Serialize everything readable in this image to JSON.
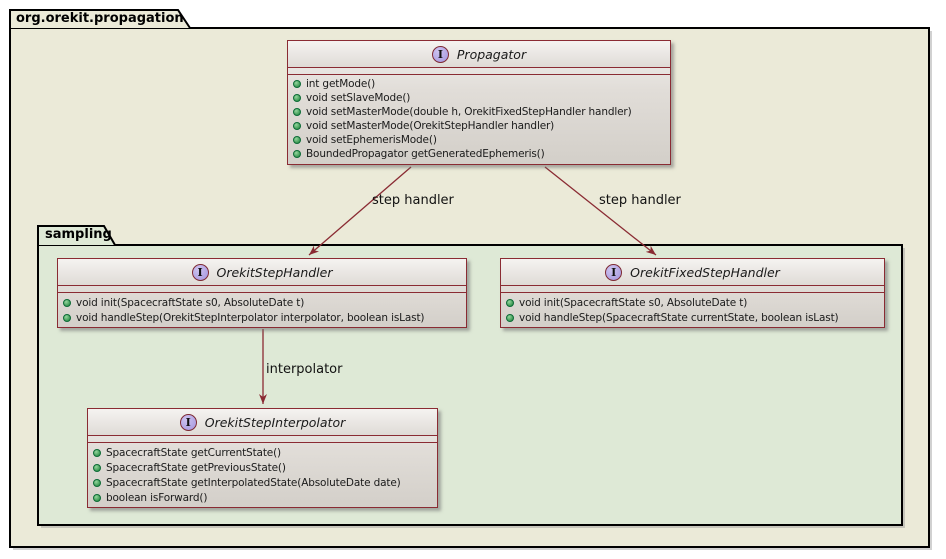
{
  "packages": {
    "outer": {
      "name": "org.orekit.propagation"
    },
    "inner": {
      "name": "sampling"
    }
  },
  "classes": [
    {
      "name": "Propagator",
      "stereotype": "I",
      "methods": [
        "int getMode()",
        "void setSlaveMode()",
        "void setMasterMode(double h, OrekitFixedStepHandler handler)",
        "void setMasterMode(OrekitStepHandler handler)",
        "void setEphemerisMode()",
        "BoundedPropagator getGeneratedEphemeris()"
      ]
    },
    {
      "name": "OrekitStepHandler",
      "stereotype": "I",
      "methods": [
        "void init(SpacecraftState s0, AbsoluteDate t)",
        "void handleStep(OrekitStepInterpolator interpolator, boolean isLast)"
      ]
    },
    {
      "name": "OrekitFixedStepHandler",
      "stereotype": "I",
      "methods": [
        "void init(SpacecraftState s0, AbsoluteDate t)",
        "void handleStep(SpacecraftState currentState, boolean isLast)"
      ]
    },
    {
      "name": "OrekitStepInterpolator",
      "stereotype": "I",
      "methods": [
        "SpacecraftState getCurrentState()",
        "SpacecraftState getPreviousState()",
        "SpacecraftState getInterpolatedState(AbsoluteDate date)",
        "boolean isForward()"
      ]
    }
  ],
  "edges": [
    {
      "from": "Propagator",
      "to": "OrekitStepHandler",
      "label": "step handler"
    },
    {
      "from": "Propagator",
      "to": "OrekitFixedStepHandler",
      "label": "step handler"
    },
    {
      "from": "OrekitStepHandler",
      "to": "OrekitStepInterpolator",
      "label": "interpolator"
    }
  ],
  "colors": {
    "class_border": "#8A2B33",
    "arrow": "#8A2B33",
    "interface_circle_fill": "#B4A7E5",
    "method_bullet_fill": "#3D9A54",
    "outer_package_fill": "#EBEAD8",
    "inner_package_fill": "#DEE9D6",
    "package_border": "#000000",
    "class_fill_top": "#F3F1EF",
    "class_fill_bottom": "#D3CFC9"
  }
}
